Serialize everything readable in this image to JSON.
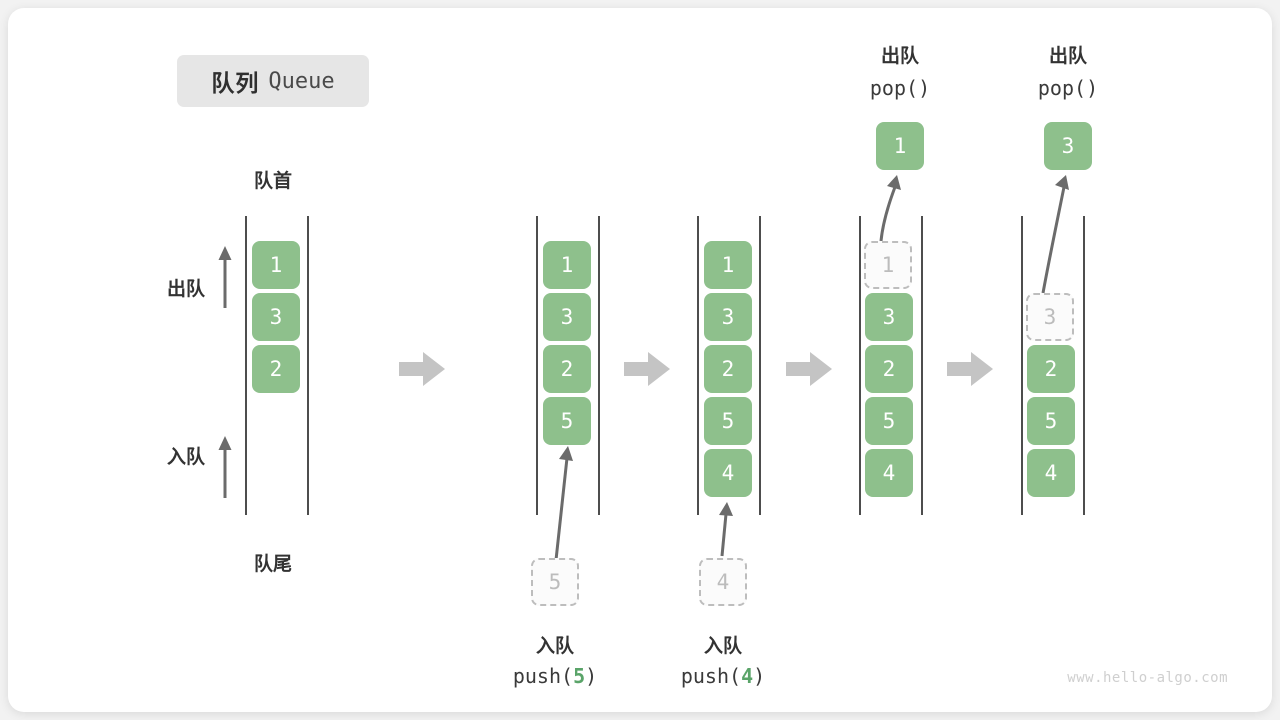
{
  "title": {
    "cn": "队列",
    "en": "Queue"
  },
  "labels": {
    "head": "队首",
    "tail": "队尾",
    "dequeue": "出队",
    "enqueue": "入队"
  },
  "colors": {
    "box_fill": "#8ec08c",
    "box_text": "#ffffff",
    "ghost_border": "#bdbdbd",
    "ghost_text": "#bcbcbc",
    "rail": "#4d4d4d",
    "arrow": "#6b6b6b",
    "flow_arrow": "#c4c4c4",
    "badge_bg": "#e6e6e6",
    "accent_green": "#5aa469",
    "page_bg": "#f2f2f2",
    "card_bg": "#ffffff"
  },
  "steps": [
    {
      "id": "initial",
      "items": [
        "1",
        "3",
        "2"
      ],
      "ghost": null,
      "op_label_cn": "",
      "op_label_code": "",
      "result_box": null
    },
    {
      "id": "push-5",
      "items": [
        "1",
        "3",
        "2",
        "5"
      ],
      "ghost": {
        "value": "5",
        "position": "below"
      },
      "op_label_cn": "入队",
      "op_code_prefix": "push(",
      "op_code_value": "5",
      "op_code_suffix": ")",
      "result_box": null
    },
    {
      "id": "push-4",
      "items": [
        "1",
        "3",
        "2",
        "5",
        "4"
      ],
      "ghost": {
        "value": "4",
        "position": "below"
      },
      "op_label_cn": "入队",
      "op_code_prefix": "push(",
      "op_code_value": "4",
      "op_code_suffix": ")",
      "result_box": null
    },
    {
      "id": "pop-1",
      "items": [
        "3",
        "2",
        "5",
        "4"
      ],
      "ghost": {
        "value": "1",
        "position": "slot0"
      },
      "op_label_cn": "出队",
      "op_code_prefix": "pop(",
      "op_code_value": "",
      "op_code_suffix": ")",
      "result_box": "1"
    },
    {
      "id": "pop-3",
      "items": [
        "2",
        "5",
        "4"
      ],
      "ghost": {
        "value": "3",
        "position": "slot1"
      },
      "op_label_cn": "出队",
      "op_code_prefix": "pop(",
      "op_code_value": "",
      "op_code_suffix": ")",
      "result_box": "3"
    }
  ],
  "watermark": "www.hello-algo.com"
}
